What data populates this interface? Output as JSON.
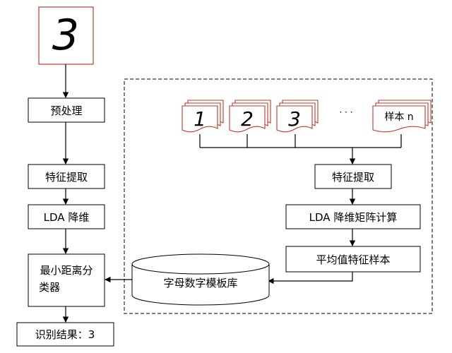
{
  "diagram": {
    "input_digit": "3",
    "boxes": {
      "preprocess": "预处理",
      "feature_extract_left": "特征提取",
      "lda_reduce": "LDA 降维",
      "min_dist_line1": "最小距离分",
      "min_dist_line2": "类器",
      "result": "识别结果：3",
      "feature_extract_right": "特征提取",
      "lda_matrix": "LDA 降维矩阵计算",
      "mean_feature": "平均值特征样本"
    },
    "database": {
      "label": "字母数字模板库"
    },
    "samples": [
      {
        "label": "1"
      },
      {
        "label": "2"
      },
      {
        "label": "3"
      }
    ],
    "ellipsis": "· · ·",
    "last_sample": "样本 n",
    "colors": {
      "stroke": "#000000",
      "sample_border": "#c0392b",
      "input_border": "#c0392b"
    }
  }
}
